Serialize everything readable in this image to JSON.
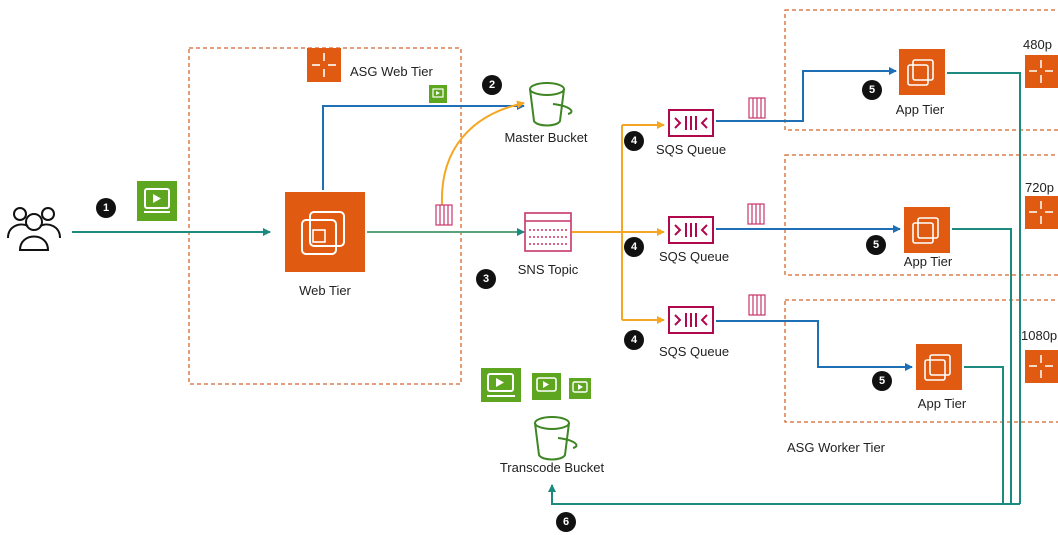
{
  "labels": {
    "asg_web_tier": "ASG Web Tier",
    "web_tier": "Web Tier",
    "master_bucket": "Master Bucket",
    "sns_topic": "SNS Topic",
    "sqs_queue": "SQS Queue",
    "app_tier": "App Tier",
    "asg_worker_tier": "ASG Worker Tier",
    "transcode_bucket": "Transcode Bucket",
    "res_480": "480p",
    "res_720": "720p",
    "res_1080": "1080p"
  },
  "steps": {
    "s1": "1",
    "s2": "2",
    "s3": "3",
    "s4": "4",
    "s5": "5",
    "s6": "6"
  },
  "colors": {
    "orange_service": "#e05a12",
    "asg_border": "#d4662a",
    "media_green": "#5ea61f",
    "bucket_green": "#3f8624",
    "sqs_magenta": "#b0084d",
    "teal_arrow": "#1d8a80",
    "blue_arrow": "#1f6fb6",
    "gold_arrow": "#f5a623"
  }
}
